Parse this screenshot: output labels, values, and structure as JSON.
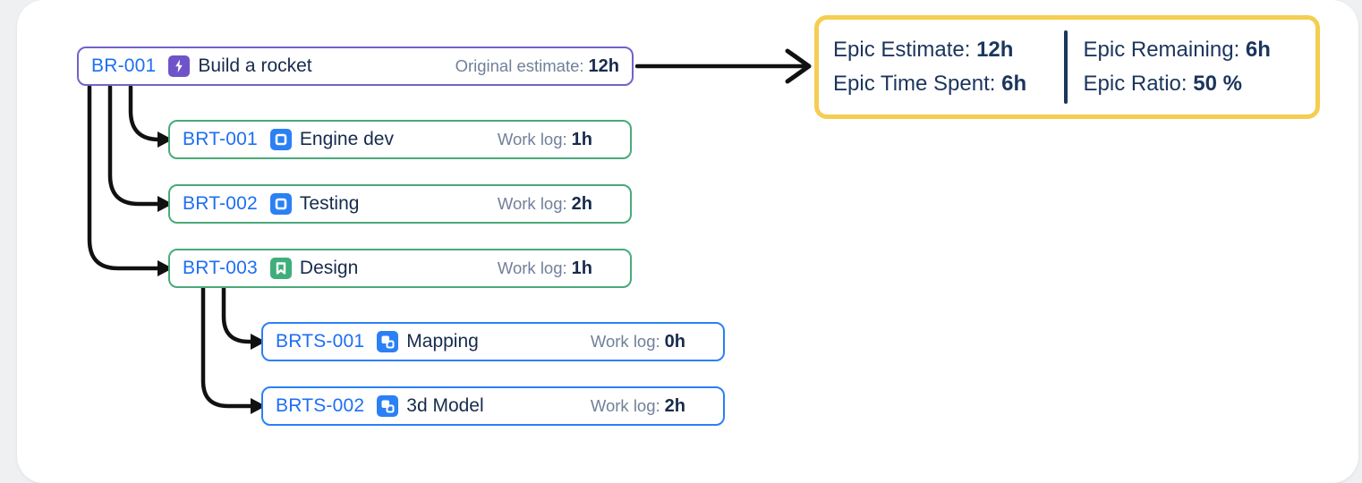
{
  "epic_card": {
    "key": "BR-001",
    "icon": "epic-icon",
    "title": "Build a rocket",
    "estimate_label": "Original estimate:",
    "estimate_value": "12h"
  },
  "tasks": [
    {
      "key": "BRT-001",
      "icon": "task-icon",
      "title": "Engine dev",
      "log_label": "Work log:",
      "log_value": "1h"
    },
    {
      "key": "BRT-002",
      "icon": "task-icon",
      "title": "Testing",
      "log_label": "Work log:",
      "log_value": "2h"
    },
    {
      "key": "BRT-003",
      "icon": "story-icon",
      "title": "Design",
      "log_label": "Work log:",
      "log_value": "1h"
    }
  ],
  "subtasks": [
    {
      "key": "BRTS-001",
      "icon": "subtask-icon",
      "title": "Mapping",
      "log_label": "Work log:",
      "log_value": "0h"
    },
    {
      "key": "BRTS-002",
      "icon": "subtask-icon",
      "title": "3d Model",
      "log_label": "Work log:",
      "log_value": "2h"
    }
  ],
  "epic_summary": {
    "left": [
      {
        "label": "Epic Estimate:",
        "value": "12h"
      },
      {
        "label": "Epic Time Spent:",
        "value": "6h"
      }
    ],
    "right": [
      {
        "label": "Epic Remaining:",
        "value": "6h"
      },
      {
        "label": "Epic Ratio:",
        "value": "50 %"
      }
    ]
  },
  "colors": {
    "epic_border": "#7163c9",
    "task_border": "#4aa97a",
    "subtask_border": "#2b80f6",
    "summary_border": "#f5cd51",
    "issue_key_blue": "#1d6ff2",
    "text_navy": "#172b4d",
    "summary_text_navy": "#1c355d",
    "label_gray": "#71809a",
    "epic_icon_purple": "#6e54c8",
    "task_icon_blue": "#2b80f6",
    "story_icon_green": "#3fae7c",
    "arrow_black": "#111111"
  }
}
